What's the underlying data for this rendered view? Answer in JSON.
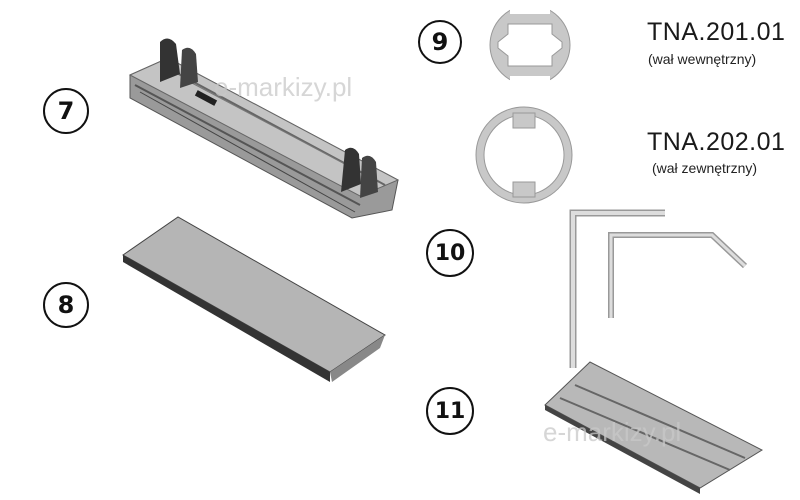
{
  "parts": [
    {
      "number": "7"
    },
    {
      "number": "8"
    },
    {
      "number": "9",
      "profiles": [
        {
          "code": "TNA.201.01",
          "description": "(wał wewnętrzny)"
        },
        {
          "code": "TNA.202.01",
          "description": "(wał zewnętrzny)"
        }
      ]
    },
    {
      "number": "10"
    },
    {
      "number": "11"
    }
  ],
  "watermark": "e-markizy.pl",
  "colors": {
    "metal": "#b8b8b8",
    "dark": "#555555",
    "outline": "#111111"
  }
}
